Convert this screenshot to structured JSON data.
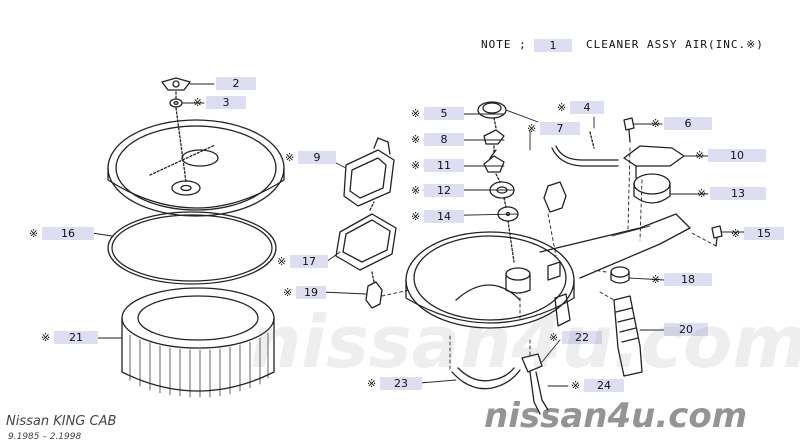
{
  "note": {
    "prefix": "NOTE ;",
    "ref": "1",
    "text": "CLEANER ASSY AIR(INC.※)"
  },
  "callouts": [
    {
      "num": "2",
      "star": false
    },
    {
      "num": "3",
      "star": true
    },
    {
      "num": "4",
      "star": true
    },
    {
      "num": "5",
      "star": true
    },
    {
      "num": "6",
      "star": true
    },
    {
      "num": "7",
      "star": true
    },
    {
      "num": "8",
      "star": true
    },
    {
      "num": "9",
      "star": true
    },
    {
      "num": "10",
      "star": true
    },
    {
      "num": "11",
      "star": true
    },
    {
      "num": "12",
      "star": true
    },
    {
      "num": "13",
      "star": true
    },
    {
      "num": "14",
      "star": true
    },
    {
      "num": "15",
      "star": true
    },
    {
      "num": "16",
      "star": true
    },
    {
      "num": "17",
      "star": true
    },
    {
      "num": "18",
      "star": true
    },
    {
      "num": "19",
      "star": true
    },
    {
      "num": "20",
      "star": false
    },
    {
      "num": "21",
      "star": true
    },
    {
      "num": "22",
      "star": true
    },
    {
      "num": "23",
      "star": true
    },
    {
      "num": "24",
      "star": true
    }
  ],
  "star_symbol": "※",
  "model": {
    "name": "Nissan KING CAB",
    "years": "9.1985 – 2.1998"
  },
  "watermark": {
    "text": "nissan4u.com"
  }
}
